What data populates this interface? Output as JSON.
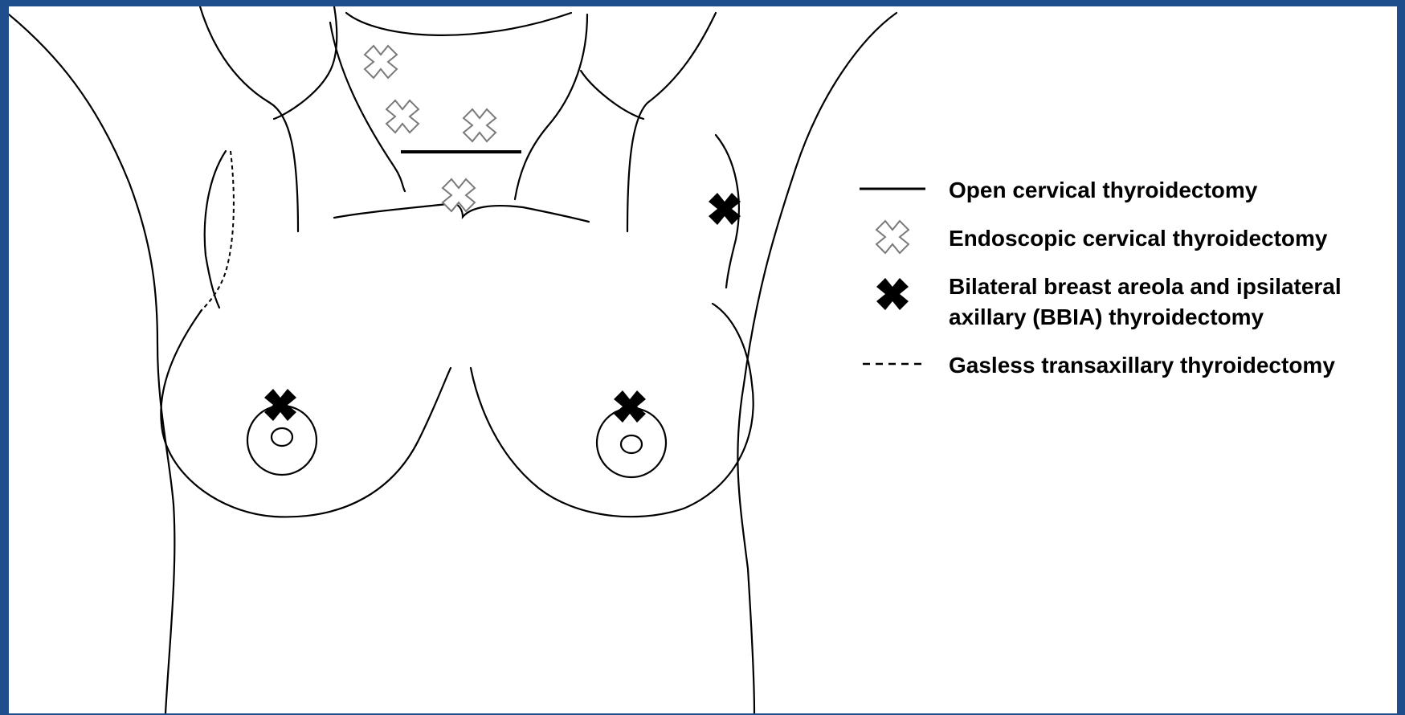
{
  "legend": {
    "items": [
      {
        "label": "Open cervical thyroidectomy",
        "symbol": "solid-line"
      },
      {
        "label": "Endoscopic cervical thyroidectomy",
        "symbol": "outline-x-icon"
      },
      {
        "label": "Bilateral breast areola and ipsilateral axillary (BBIA) thyroidectomy",
        "label_line1": "Bilateral breast areola and ipsilateral",
        "label_line2": "axillary (BBIA) thyroidectomy",
        "symbol": "filled-x-icon"
      },
      {
        "label": "Gasless transaxillary thyroidectomy",
        "symbol": "dashed-line"
      }
    ]
  },
  "colors": {
    "border": "#1f4e8c",
    "background": "#ffffff",
    "ink": "#000000",
    "outline_x_stroke": "#7a7a7a"
  }
}
